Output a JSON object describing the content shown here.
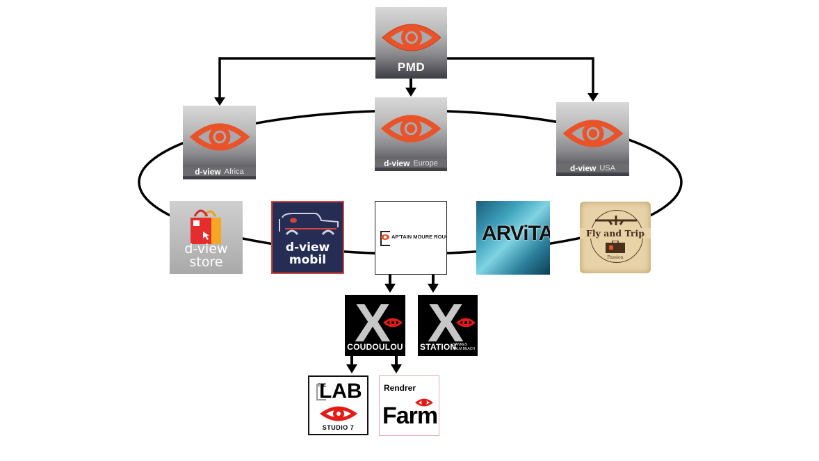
{
  "diagram": {
    "type": "organization-hierarchy",
    "colors": {
      "eye_orange": "#e8532a",
      "eye_red": "#e41b17",
      "line": "#000000",
      "mobil_navy": "#262d55",
      "mobil_border": "#d7453a"
    },
    "nodes": {
      "pmd": {
        "label": "PMD",
        "icon": "eye-icon"
      },
      "africa": {
        "brand": "d-view",
        "region": "Africa",
        "icon": "eye-icon"
      },
      "europe": {
        "brand": "d-view",
        "region": "Europe",
        "icon": "eye-icon"
      },
      "usa": {
        "brand": "d-view",
        "region": "USA",
        "icon": "eye-icon"
      },
      "store": {
        "line1": "d-view",
        "line2": "store",
        "icon": "shopping-bag-icon"
      },
      "mobil": {
        "line1": "d-view",
        "line2": "mobil",
        "icon": "van-icon"
      },
      "captain": {
        "label": "AP'TAIN MOURE ROUGE",
        "icon": "eye-icon"
      },
      "arvita": {
        "label": "ARViTA"
      },
      "flytrip": {
        "label": "Fly and Trip",
        "sub": "Passion",
        "icon": "airplane-icon"
      },
      "coudoulou": {
        "glyph": "X",
        "label": "COUDOULOU",
        "icon": "eye-icon"
      },
      "station": {
        "glyph": "X",
        "label": "STATION",
        "sub1": "CANNES",
        "sub2": "PALM BEACH",
        "icon": "eye-icon"
      },
      "lab": {
        "the": "THE",
        "label": "LAB",
        "sub": "STUDIO 7",
        "icon": "eye-icon"
      },
      "render": {
        "top": "Rendrer",
        "label": "Farm",
        "icon": "eye-icon"
      }
    },
    "edges": [
      {
        "from": "PMD",
        "to": "d-view Africa"
      },
      {
        "from": "PMD",
        "to": "d-view Europe"
      },
      {
        "from": "PMD",
        "to": "d-view USA"
      },
      {
        "from": "AP'TAIN MOURE ROUGE",
        "to": "X COUDOULOU"
      },
      {
        "from": "AP'TAIN MOURE ROUGE",
        "to": "X STATION"
      },
      {
        "from": "X COUDOULOU",
        "to": "THE LAB STUDIO 7"
      },
      {
        "from": "X COUDOULOU",
        "to": "Rendrer Farm"
      }
    ],
    "ring_members": [
      "d-view Africa",
      "d-view Europe",
      "d-view USA",
      "d-view store",
      "d-view mobil",
      "AP'TAIN MOURE ROUGE",
      "ARViTA",
      "Fly and Trip"
    ]
  }
}
